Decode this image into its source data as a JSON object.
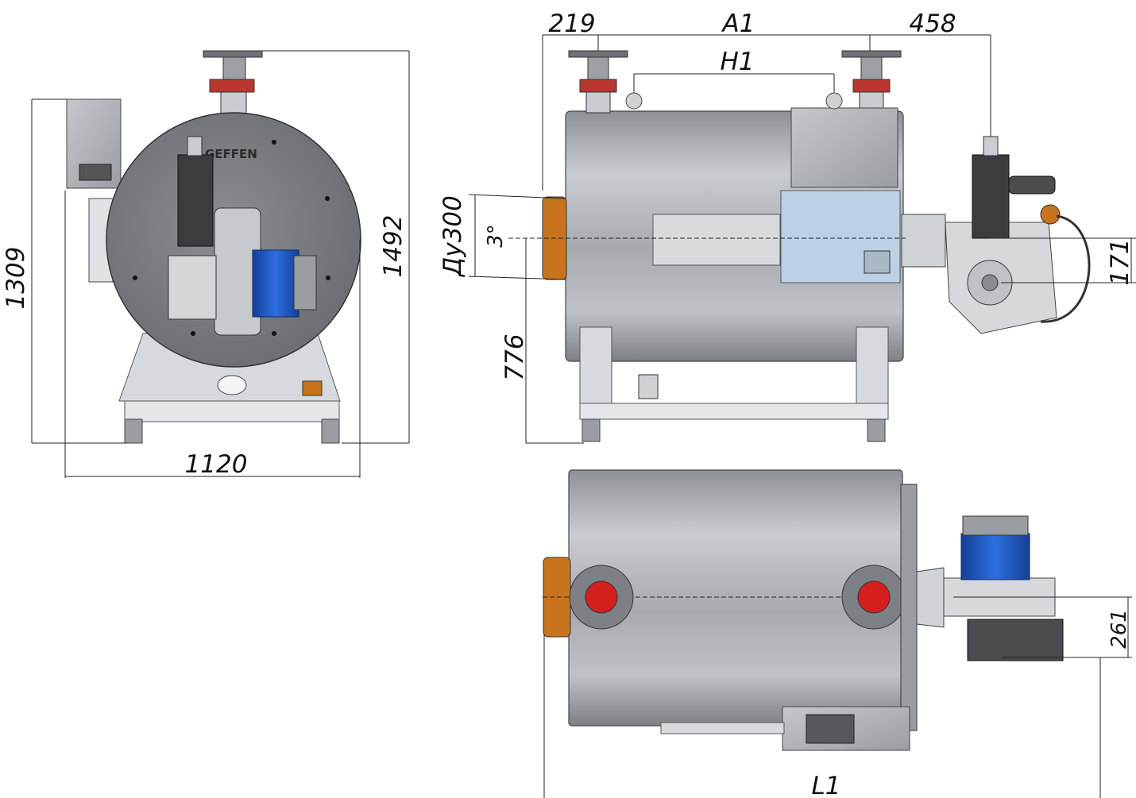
{
  "brand": "GEFFEN",
  "dimensions": {
    "front_width": "1120",
    "front_height": "1309",
    "front_total_height": "1492",
    "side_a1": "A1",
    "side_left_offset": "219",
    "side_right_offset": "458",
    "side_h1": "H1",
    "side_outlet_diameter": "Ду300",
    "side_angle": "3°",
    "side_outlet_height": "776",
    "side_burner_offset": "171",
    "top_l1": "L1",
    "top_burner_offset": "261"
  },
  "colors": {
    "shell": "#b9bcc1",
    "front_plate": "#7c7f84",
    "motor_blue": "#1f5fd0",
    "flange_red": "#d51f1f",
    "insulation_orange": "#c8741e",
    "frame": "#d6d9de"
  }
}
